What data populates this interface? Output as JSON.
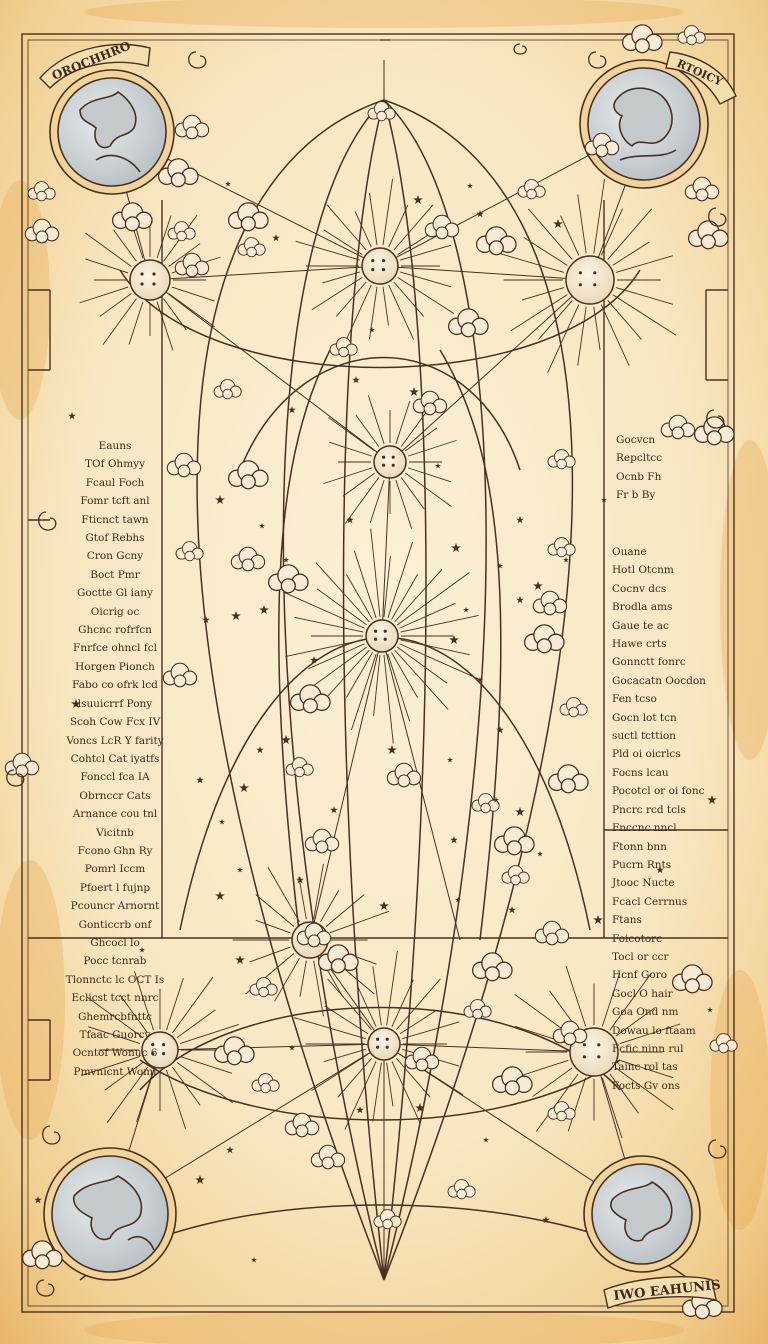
{
  "colors": {
    "parchment": "#f8e8c4",
    "stain": "#e8a850",
    "ink": "#4a3020",
    "globe": "#d4d8da",
    "sun": "#f4ecd8"
  },
  "ribbons": {
    "top_left": "OROCHHRO",
    "top_right": "RTOICY",
    "bottom_right": "IWO EAHUNIS"
  },
  "notes": {
    "left": [
      "Eauns",
      "TOf Ohmyy",
      "Fcaul Foch",
      "Fomr tcft anl",
      "Fticnct tawn",
      "Gtof Rebhs",
      "Cron Gcny",
      "Boct Pmr",
      "Goctte Gl iany",
      "Oicrig oc",
      "Ghcnc rofrfcn",
      "Fnrfce ohncl fcl",
      "Horgen Pionch",
      "Fabo co ofrk lcd",
      "lsuuicrrf Pony",
      "Scoh Cow Fcx IV",
      "Voncs LcR Y farity",
      "Cohtcl Cat iyatfs",
      "Fonccl fca IA",
      "Obrnccr Cats",
      "Arnance cou tnl",
      "Vicitnb",
      "Fcono Ghn Ry",
      "Pomrl Iccm",
      "Pfoert l fujnp",
      "Pcouncr Arnornt",
      "Gonticcrb onf",
      "Ghcocl lo",
      "Pocc tcnrab",
      "Tlonnctc lc OCT Is",
      "Eclicst tcct nnrc",
      "Ghemrcbfnttc",
      "Tfaac Guorcy",
      "Ocntof Wonuc 6",
      "Pmvnicnt Woml"
    ],
    "right_upper": [
      "Gocvcn",
      "Repcltcc",
      "Ocnb Fh",
      "Fr b By"
    ],
    "right_lower": [
      "Ouane",
      "Hotl Otcnm",
      "Cocnv dcs",
      "Brodla ams",
      "Gaue te ac",
      "Hawe crts",
      "Gonnctt fonrc",
      "Gocacatn Oocdon",
      "Fen tcso",
      "Gocn lot tcn",
      "suctl tcttion",
      "Pld oi oicrlcs",
      "Focns lcau",
      "Pocotcl or oi fonc",
      "Pncrc rcd tcls",
      "Fnccnc nncl",
      "Ftonn bnn",
      "Pucrn Rnts",
      "Jtooc Nucte",
      "Fcacl Cerrnus",
      "Ftans",
      "Foicotorc",
      "Tocl or ccr",
      "Hcnf Goro",
      "Gocl O hair",
      "Goa Ond nm",
      "Dowau lo ftaam",
      "Fcfic ninn rul",
      "Tainc rol tas",
      "Focts Gv ons"
    ]
  }
}
